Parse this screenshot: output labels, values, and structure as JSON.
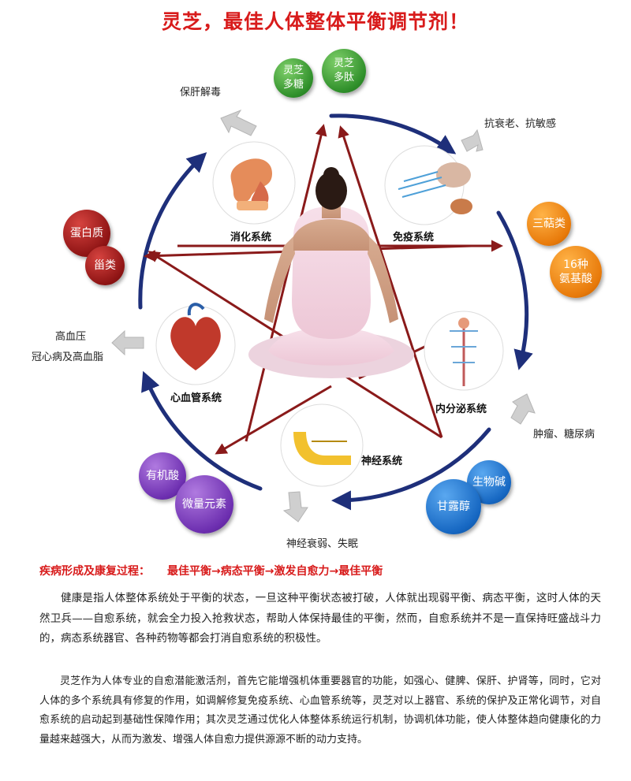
{
  "title": "灵芝，最佳人体整体平衡调节剂！",
  "balls": {
    "lingzhi_polysaccharide": "灵芝多糖",
    "lingzhi_peptide": "灵芝多肽",
    "protein": "蛋白质",
    "steroids": "甾类",
    "triterpenes": "三萜类",
    "amino_acids": "16种氨基酸",
    "organic_acid": "有机酸",
    "trace_elements": "微量元素",
    "alkaloid": "生物碱",
    "mannitol": "甘露醇"
  },
  "effects": {
    "liver": "保肝解毒",
    "aging": "抗衰老、抗敏感",
    "hypertension": "高血压",
    "coronary": "冠心病及高血脂",
    "tumor": "肿瘤、糖尿病",
    "neuro": "神经衰弱、失眠"
  },
  "systems": {
    "digestive": "消化系统",
    "immune": "免疫系统",
    "cardio": "心血管系统",
    "endocrine": "内分泌系统",
    "nervous": "神经系统"
  },
  "process": {
    "label": "疾病形成及康复过程：",
    "flow": "最佳平衡→病态平衡→激发自愈力→最佳平衡"
  },
  "paragraphs": {
    "p1": "健康是指人体整体系统处于平衡的状态，一旦这种平衡状态被打破，人体就出现弱平衡、病态平衡，这时人体的天然卫兵——自愈系统，就会全力投入抢救状态，帮助人体保持最佳的平衡，然而，自愈系统并不是一直保持旺盛战斗力的，病态系统器官、各种药物等都会打消自愈系统的积极性。",
    "p2": "灵芝作为人体专业的自愈潜能激活剂，首先它能增强机体重要器官的功能，如强心、健脾、保肝、护肾等，同时，它对人体的多个系统具有修复的作用，如调解修复免疫系统、心血管系统等，灵芝对以上器官、系统的保护及正常化调节，对自愈系统的启动起到基础性保障作用；其次灵芝通过优化人体整体系统运行机制，协调机体功能，使人体整体趋向健康化的力量越来越强大，从而为激发、增强人体自愈力提供源源不断的动力支持。"
  },
  "colors": {
    "title": "#d81b1b",
    "ring": "#1e2f7a",
    "star_arrow": "#8a1a1a",
    "outer_arrow": "#c8c8c8"
  }
}
